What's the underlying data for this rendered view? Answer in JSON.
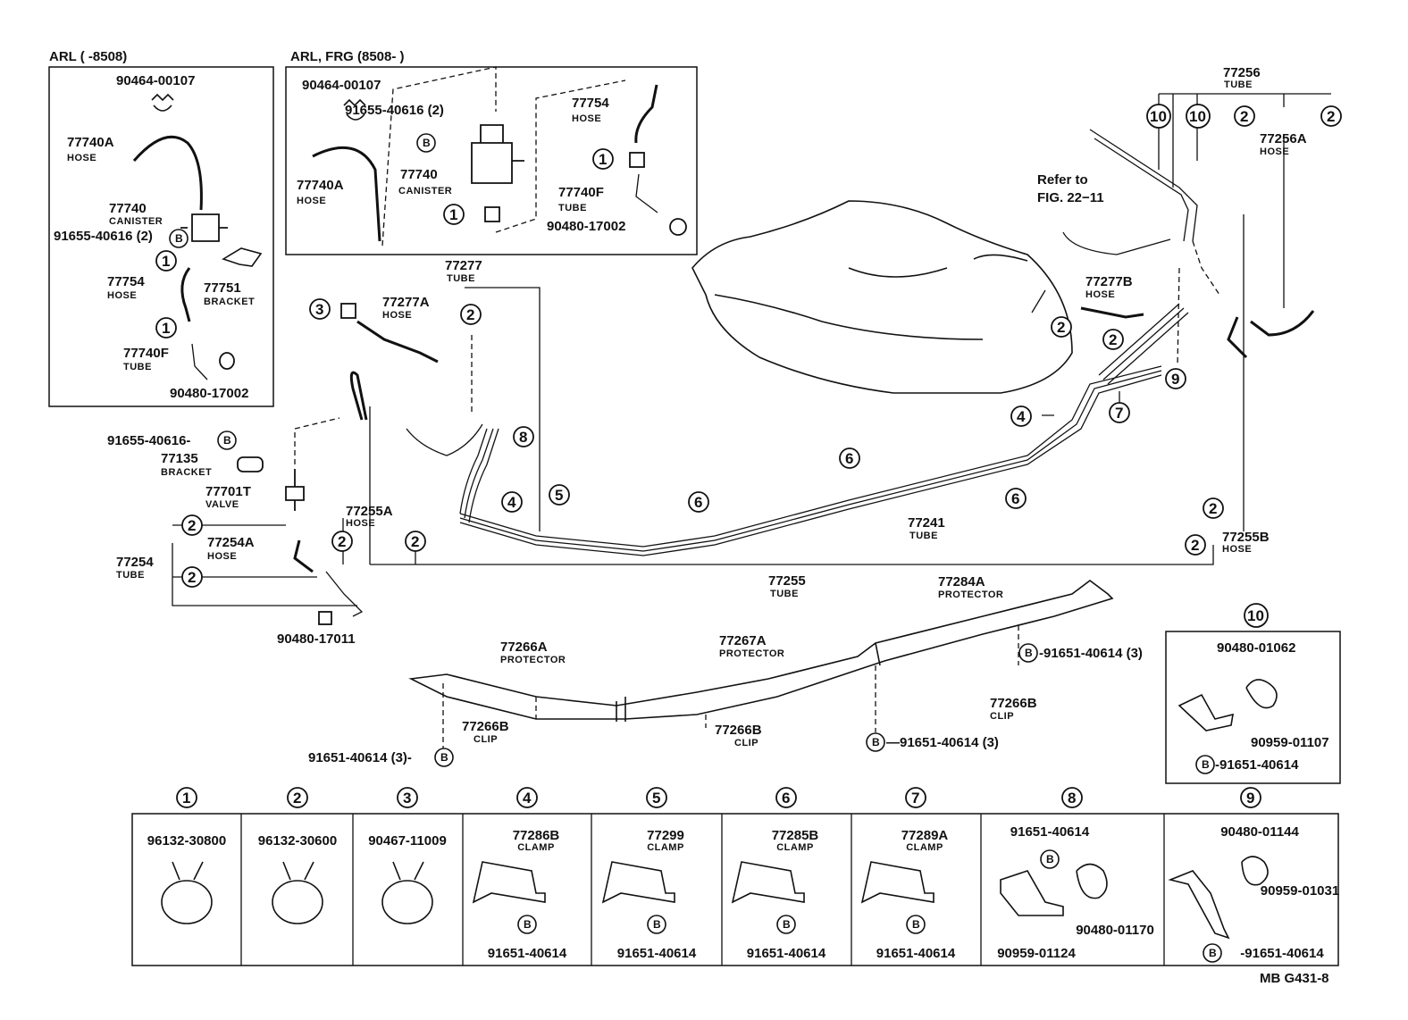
{
  "figure_code": "MB G431-8",
  "insets": {
    "left_header": "ARL (        -8508)",
    "right_header": "ARL, FRG (8508-        )"
  },
  "labels": {
    "l_90464": "90464-00107",
    "l_77740A": "77740A",
    "l_77740A_c": "HOSE",
    "l_77740": "77740",
    "l_77740_c": "CANISTER",
    "l_91655": "91655-40616 (2)",
    "l_77754": "77754",
    "l_77754_c": "HOSE",
    "l_77751": "77751",
    "l_77751_c": "BRACKET",
    "l_77740F": "77740F",
    "l_77740F_c": "TUBE",
    "l_90480_17002": "90480-17002",
    "r_90464": "90464-00107",
    "r_91655": "91655-40616 (2)",
    "r_77740A": "77740A",
    "r_77740A_c": "HOSE",
    "r_77740": "77740",
    "r_77740_c": "CANISTER",
    "r_77754": "77754",
    "r_77754_c": "HOSE",
    "r_77740F": "77740F",
    "r_77740F_c": "TUBE",
    "r_90480_17002": "90480-17002",
    "m_77277": "77277",
    "m_77277_c": "TUBE",
    "m_77277A": "77277A",
    "m_77277A_c": "HOSE",
    "m_91655": "91655-40616-",
    "m_77135": "77135",
    "m_77135_c": "BRACKET",
    "m_77701T": "77701T",
    "m_77701T_c": "VALVE",
    "m_77255A": "77255A",
    "m_77255A_c": "HOSE",
    "m_77254A": "77254A",
    "m_77254A_c": "HOSE",
    "m_77254": "77254",
    "m_77254_c": "TUBE",
    "m_90480_17011": "90480-17011",
    "m_77241": "77241",
    "m_77241_c": "TUBE",
    "m_77255": "77255",
    "m_77255_c": "TUBE",
    "refer1": "Refer to",
    "refer2": "FIG. 22−11",
    "m_77277B": "77277B",
    "m_77277B_c": "HOSE",
    "m_77256": "77256",
    "m_77256_c": "TUBE",
    "m_77256A": "77256A",
    "m_77256A_c": "HOSE",
    "m_77255B": "77255B",
    "m_77255B_c": "HOSE",
    "p_77284A": "77284A",
    "p_77284A_c": "PROTECTOR",
    "p_77267A": "77267A",
    "p_77267A_c": "PROTECTOR",
    "p_77266A": "77266A",
    "p_77266A_c": "PROTECTOR",
    "p_bolt_r": "-91651-40614 (3)",
    "p_77266B_r": "77266B",
    "p_77266B_r_c": "CLIP",
    "p_bolt_m": "—91651-40614 (3)",
    "p_77266B_m": "77266B",
    "p_77266B_m_c": "CLIP",
    "p_77266B_l": "77266B",
    "p_77266B_l_c": "CLIP",
    "p_bolt_l": "91651-40614 (3)-",
    "d10_90480": "90480-01062",
    "d10_90959": "90959-01107",
    "d10_bolt": "-91651-40614"
  },
  "callouts": [
    "1",
    "2",
    "3",
    "4",
    "5",
    "6",
    "7",
    "8",
    "9",
    "10"
  ],
  "legend": [
    {
      "num": "1",
      "parts": [
        "96132-30800"
      ]
    },
    {
      "num": "2",
      "parts": [
        "96132-30600"
      ]
    },
    {
      "num": "3",
      "parts": [
        "90467-11009"
      ]
    },
    {
      "num": "4",
      "parts": [
        "77286B",
        "CLAMP",
        "91651-40614"
      ]
    },
    {
      "num": "5",
      "parts": [
        "77299",
        "CLAMP",
        "91651-40614"
      ]
    },
    {
      "num": "6",
      "parts": [
        "77285B",
        "CLAMP",
        "91651-40614"
      ]
    },
    {
      "num": "7",
      "parts": [
        "77289A",
        "CLAMP",
        "91651-40614"
      ]
    },
    {
      "num": "8",
      "parts": [
        "91651-40614",
        "90959-01124",
        "90480-01170"
      ]
    },
    {
      "num": "9",
      "parts": [
        "90480-01144",
        "90959-01031",
        "-91651-40614"
      ]
    }
  ],
  "bolt_symbol": "B"
}
